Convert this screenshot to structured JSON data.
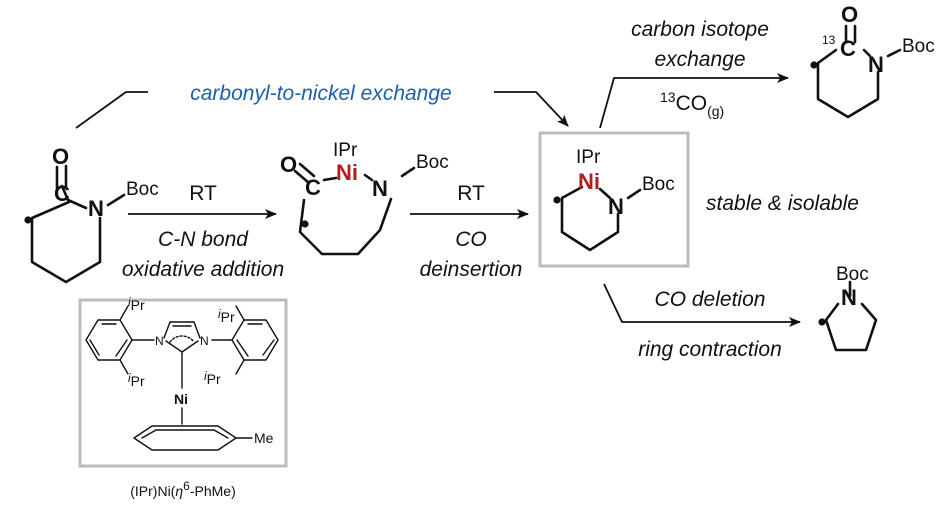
{
  "reactant": {
    "oxygen": "O",
    "carbon": "C",
    "nitrogen": "N",
    "boc": "Boc"
  },
  "step1": {
    "conditions": "RT",
    "label_line1": "C-N bond",
    "label_line2": "oxidative addition"
  },
  "intermediate": {
    "oxygen": "O",
    "carbon": "C",
    "nickel": "Ni",
    "ligand": "IPr",
    "nitrogen": "N",
    "boc": "Boc"
  },
  "step2": {
    "conditions": "RT",
    "label_line1": "CO",
    "label_line2": "deinsertion"
  },
  "nickelacycle": {
    "ligand": "IPr",
    "nickel": "Ni",
    "nitrogen": "N",
    "boc": "Boc",
    "note": "stable & isolable"
  },
  "overall": {
    "label": "carbonyl-to-nickel exchange",
    "color": "#1f5ea8"
  },
  "isotope_path": {
    "label_line1": "carbon isotope",
    "label_line2": "exchange",
    "reagent_mass": "13",
    "reagent": "CO",
    "reagent_phase": "(g)"
  },
  "isotope_product": {
    "oxygen": "O",
    "mass": "13",
    "carbon": "C",
    "nitrogen": "N",
    "boc": "Boc"
  },
  "contraction_path": {
    "label_line1": "CO deletion",
    "label_line2": "ring contraction"
  },
  "contraction_product": {
    "nitrogen": "N",
    "boc": "Boc"
  },
  "catalyst": {
    "name_prefix": "(IPr)Ni(",
    "eta": "η",
    "hapto": "6",
    "name_suffix": "-PhMe)",
    "nickel": "Ni",
    "n_left": "N",
    "n_right": "N",
    "ipr_i": "i",
    "ipr_pr": "Pr",
    "methyl": "Me",
    "frame_color": "#bdbdbd"
  }
}
